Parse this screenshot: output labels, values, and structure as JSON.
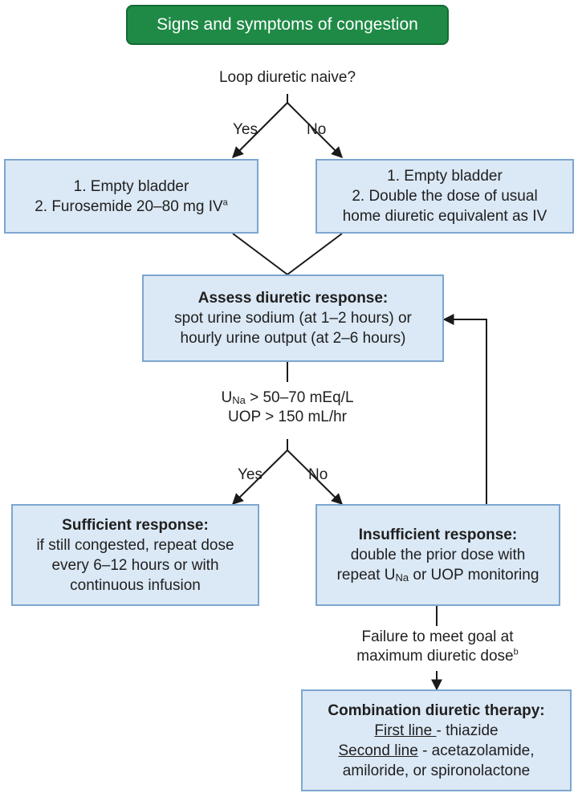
{
  "start": {
    "label": "Signs and symptoms of congestion"
  },
  "decision1": {
    "question": "Loop diuretic naive?",
    "yes": "Yes",
    "no": "No"
  },
  "yes_box": {
    "line1": "1. Empty bladder",
    "line2": "2. Furosemide 20–80 mg IV",
    "footnote": "a"
  },
  "no_box": {
    "line1": "1. Empty bladder",
    "line2": "2. Double the dose of usual",
    "line3": "home diuretic equivalent as IV"
  },
  "assess_box": {
    "title": "Assess diuretic response:",
    "line1": "spot urine sodium (at 1–2 hours) or",
    "line2": "hourly urine output (at 2–6 hours)"
  },
  "decision2": {
    "cond1_prefix": "U",
    "cond1_sub": "Na",
    "cond1_rest": " > 50–70 mEq/L",
    "cond2": "UOP > 150 mL/hr",
    "yes": "Yes",
    "no": "No"
  },
  "sufficient_box": {
    "title": "Sufficient response:",
    "line1": "if still congested, repeat dose",
    "line2": "every 6–12 hours or with",
    "line3": "continuous infusion"
  },
  "insufficient_box": {
    "title": "Insufficient response:",
    "line1": "double the prior dose with",
    "line2_prefix": "repeat U",
    "line2_sub": "Na",
    "line2_rest": " or UOP monitoring"
  },
  "failure_label": {
    "line1": "Failure to meet goal at",
    "line2": "maximum diuretic dose",
    "footnote": "b"
  },
  "combination_box": {
    "title": "Combination diuretic therapy:",
    "first_line_label": "First line ",
    "first_line_value": "- thiazide",
    "second_line_label": "Second line",
    "second_line_value": " - acetazolamide,",
    "line3": "amiloride, or spironolactone"
  },
  "colors": {
    "start_fill": "#1f8a46",
    "box_fill": "#dbe8f5",
    "box_border": "#7da6cf",
    "line": "#1a1a1a"
  }
}
